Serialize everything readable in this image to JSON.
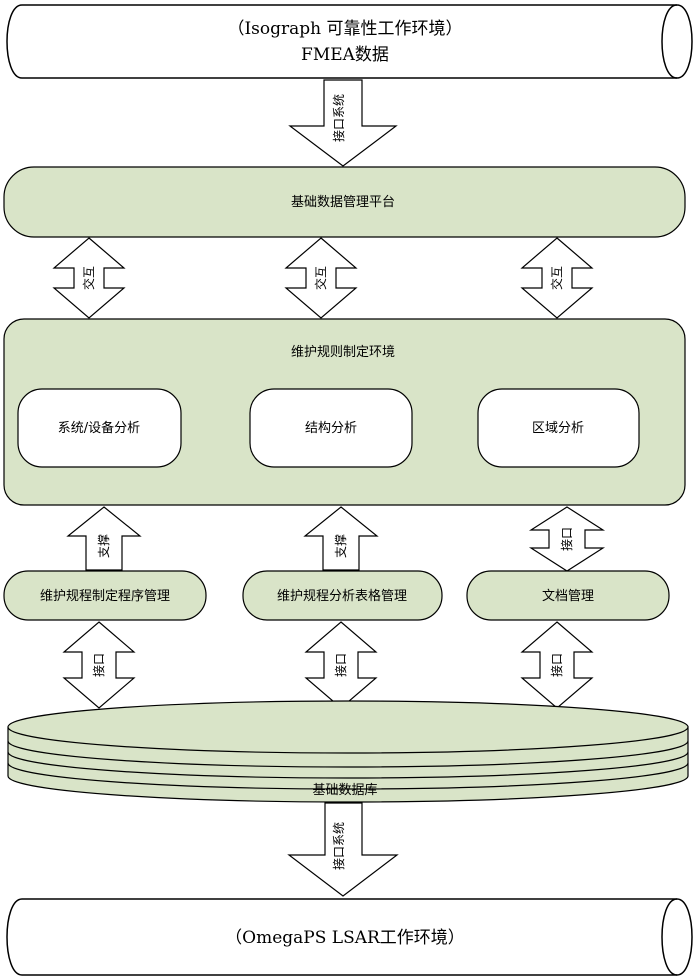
{
  "top_env": {
    "line1": "（Isograph 可靠性工作环境）",
    "line2": "FMEA数据"
  },
  "arrows": {
    "top_interface": "接口系统",
    "bottom_interface": "接口系统",
    "exchange_1": "交互",
    "exchange_2": "交互",
    "exchange_3": "交互",
    "support_1": "支撑",
    "support_2": "支撑",
    "interface_mid_3": "接口",
    "interface_low_1": "接口",
    "interface_low_2": "接口",
    "interface_low_3": "接口"
  },
  "platform": {
    "label": "基础数据管理平台"
  },
  "maintenance_env": {
    "title": "维护规则制定环境",
    "analyses": [
      "系统/设备分析",
      "结构分析",
      "区域分析"
    ]
  },
  "modules": [
    "维护规程制定程序管理",
    "维护规程分析表格管理",
    "文档管理"
  ],
  "database": {
    "label": "基础数据库"
  },
  "bottom_env": {
    "label": "（OmegaPS LSAR工作环境）"
  },
  "colors": {
    "green_fill": "#d9e4c8",
    "white_fill": "#ffffff",
    "stroke": "#000000"
  }
}
